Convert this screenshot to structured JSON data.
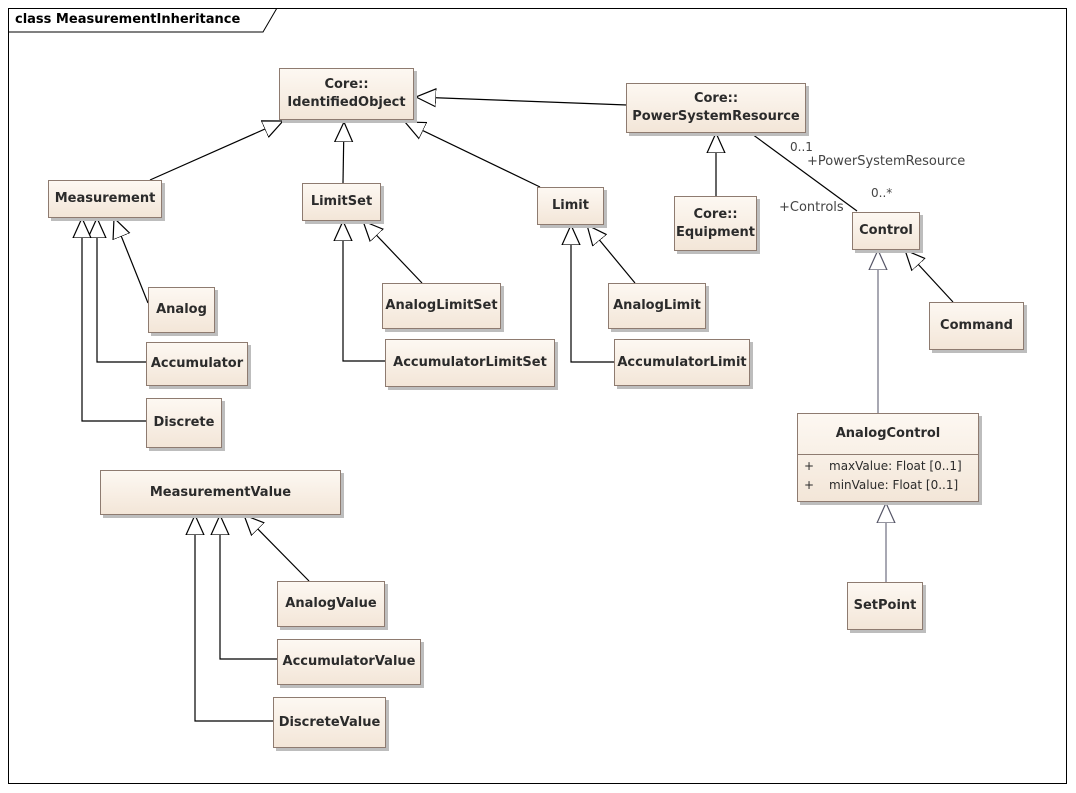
{
  "frame": {
    "title": "class MeasurementInheritance"
  },
  "classes": {
    "identified_object": {
      "line1": "Core::",
      "line2": "IdentifiedObject"
    },
    "power_system_resource": {
      "line1": "Core::",
      "line2": "PowerSystemResource"
    },
    "equipment": {
      "line1": "Core::",
      "line2": "Equipment"
    },
    "measurement": "Measurement",
    "limit_set": "LimitSet",
    "limit": "Limit",
    "control": "Control",
    "analog": "Analog",
    "accumulator": "Accumulator",
    "discrete": "Discrete",
    "analog_limit_set": "AnalogLimitSet",
    "accumulator_limit_set": "AccumulatorLimitSet",
    "analog_limit": "AnalogLimit",
    "accumulator_limit": "AccumulatorLimit",
    "command": "Command",
    "analog_control": {
      "name": "AnalogControl",
      "attributes": [
        {
          "visibility": "+",
          "text": "maxValue: Float [0..1]"
        },
        {
          "visibility": "+",
          "text": "minValue: Float [0..1]"
        }
      ]
    },
    "set_point": "SetPoint",
    "measurement_value": "MeasurementValue",
    "analog_value": "AnalogValue",
    "accumulator_value": "AccumulatorValue",
    "discrete_value": "DiscreteValue"
  },
  "association": {
    "psr_multiplicity": "0..1",
    "psr_role": "+PowerSystemResource",
    "controls_multiplicity": "0..*",
    "controls_role": "+Controls"
  },
  "colors": {
    "box_border": "#8e7b70",
    "box_fill_top": "#fdf8f2",
    "box_fill_bottom": "#f3e6d8",
    "line": "#000000",
    "line_grey": "#6e6e80"
  }
}
